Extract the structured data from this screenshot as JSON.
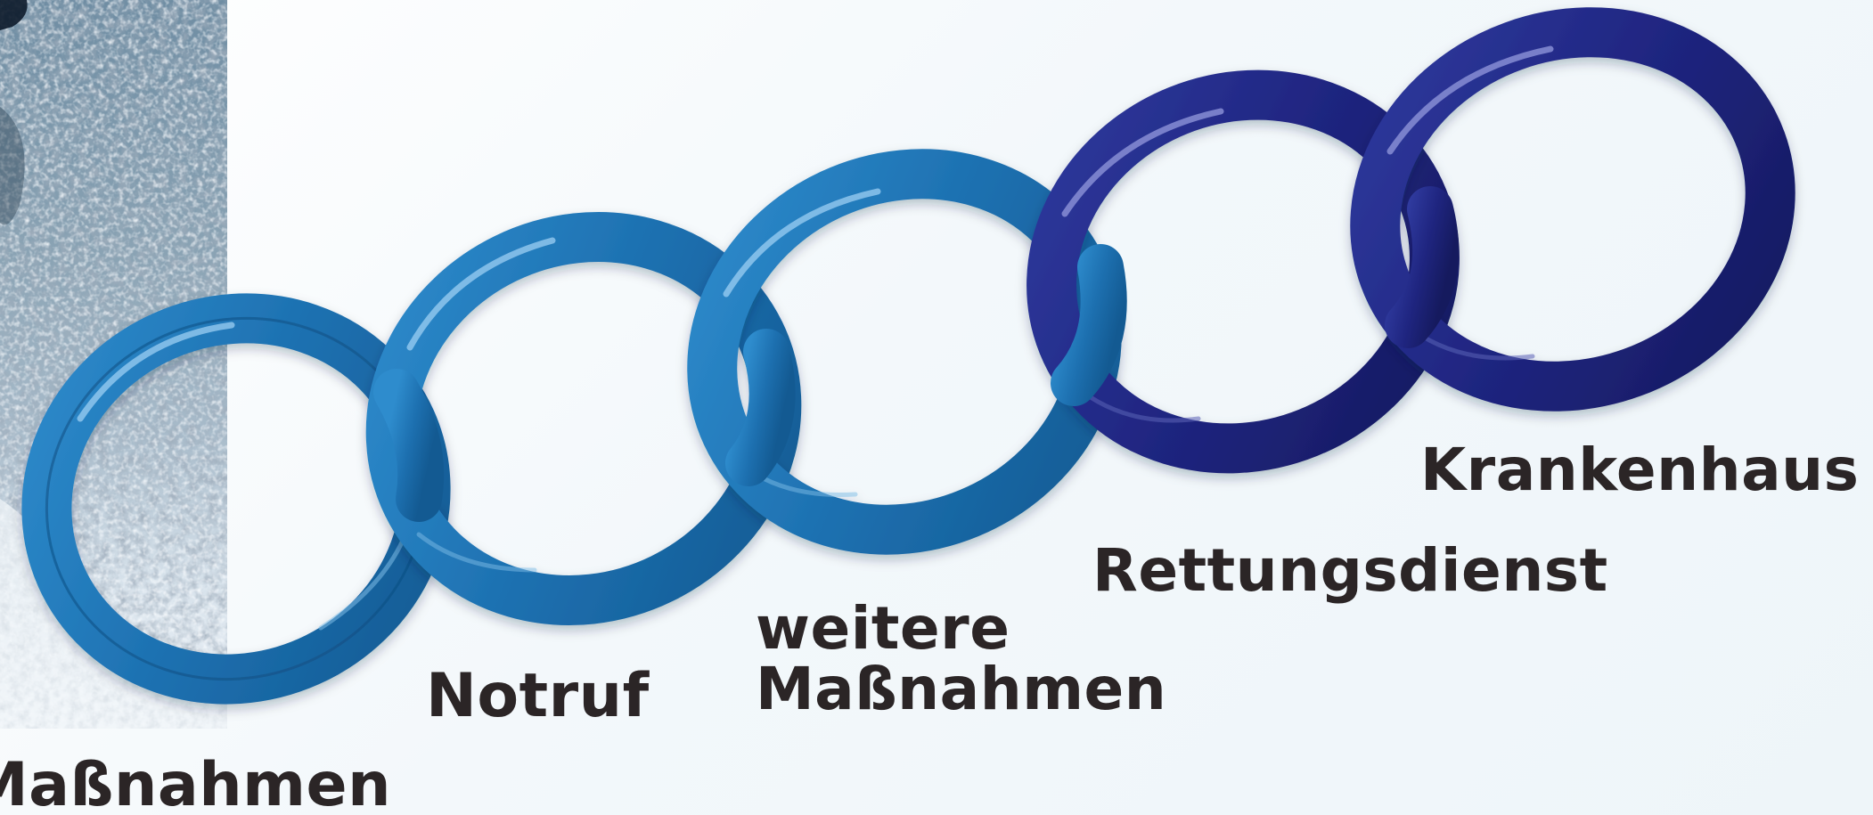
{
  "chain_links": [
    {
      "color": "#1f6fae",
      "label": "Maßnahmen"
    },
    {
      "color": "#1f6fae",
      "label": "Notruf"
    },
    {
      "color": "#1f6fae",
      "label_lines": [
        "weitere",
        "Maßnahmen"
      ]
    },
    {
      "color": "#1e247a",
      "label": "Rettungsdienst"
    },
    {
      "color": "#1e247a",
      "label": "Krankenhaus"
    }
  ],
  "colors": {
    "link_light_blue": "#1f6fae",
    "link_dark_blue": "#1e247a",
    "label_text": "#2b2526"
  },
  "background_image": "snow-rock-photo"
}
